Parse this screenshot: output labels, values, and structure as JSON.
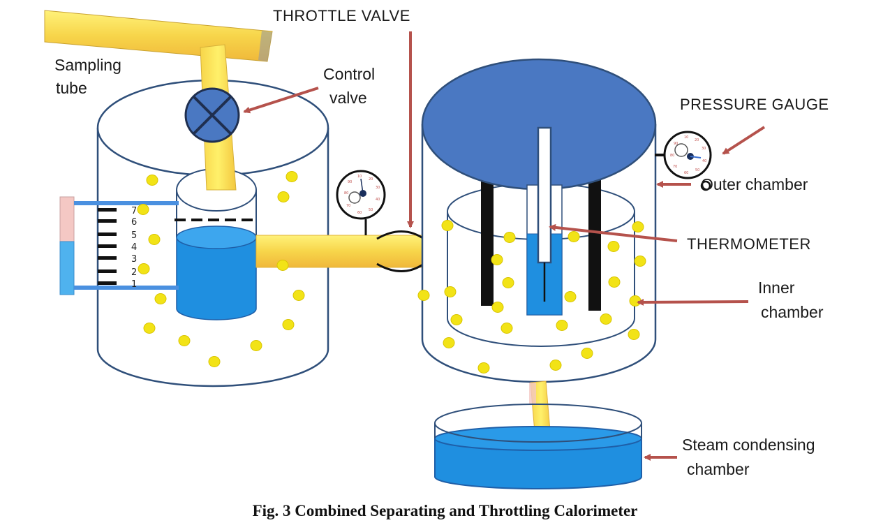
{
  "labels": {
    "throttle_valve": "THROTTLE VALVE",
    "sampling_tube_1": "Sampling",
    "sampling_tube_2": "tube",
    "control_valve_1": "Control",
    "control_valve_2": "valve",
    "pressure_gauge": "PRESSURE GAUGE",
    "outer_chamber": "Outer chamber",
    "thermometer": "THERMOMETER",
    "inner_chamber_1": "Inner",
    "inner_chamber_2": "chamber",
    "steam_condensing_1": "Steam condensing",
    "steam_condensing_2": "chamber"
  },
  "scale_marks": [
    "7",
    "6",
    "5",
    "4",
    "3",
    "2",
    "1"
  ],
  "caption": "Fig. 3 Combined Separating and Throttling Calorimeter",
  "colors": {
    "outline": "#2f4f7a",
    "tube_yellow": "#f7d54a",
    "water_blue": "#1f8fe0",
    "lid_blue": "#4a78c2",
    "droplet": "#f2e316",
    "arrow": "#b5524c"
  }
}
